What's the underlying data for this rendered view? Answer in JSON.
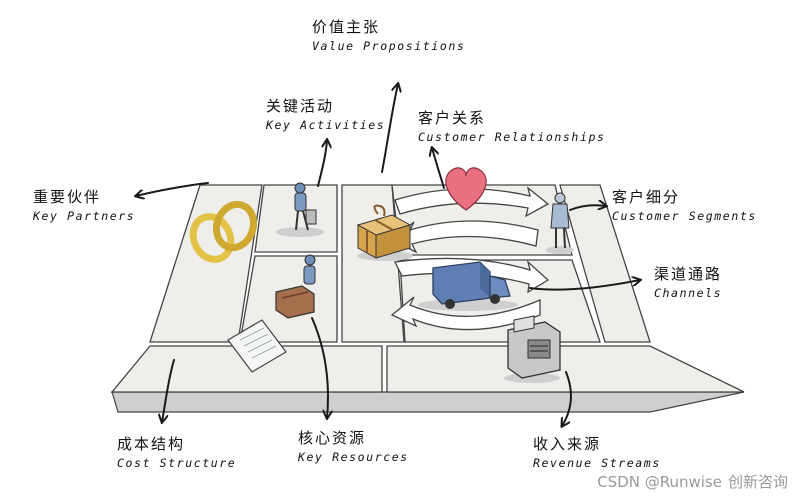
{
  "blocks": {
    "value_propositions": {
      "zh": "价值主张",
      "en": "Value Propositions"
    },
    "key_activities": {
      "zh": "关键活动",
      "en": "Key Activities"
    },
    "customer_relationships": {
      "zh": "客户关系",
      "en": "Customer Relationships"
    },
    "key_partners": {
      "zh": "重要伙伴",
      "en": "Key Partners"
    },
    "customer_segments": {
      "zh": "客户细分",
      "en": "Customer Segments"
    },
    "channels": {
      "zh": "渠道通路",
      "en": "Channels"
    },
    "cost_structure": {
      "zh": "成本结构",
      "en": "Cost Structure"
    },
    "key_resources": {
      "zh": "核心资源",
      "en": "Key Resources"
    },
    "revenue_streams": {
      "zh": "收入来源",
      "en": "Revenue Streams"
    }
  },
  "watermark": {
    "left": "CSDN @Runwise",
    "right": "创新咨询"
  },
  "colors": {
    "heart": "#e8707f",
    "truck": "#5f7fb4",
    "box": "#d6a54c",
    "rings": "#e2c247",
    "box2": "#a56e4d",
    "ink": "#1a1a1a"
  }
}
